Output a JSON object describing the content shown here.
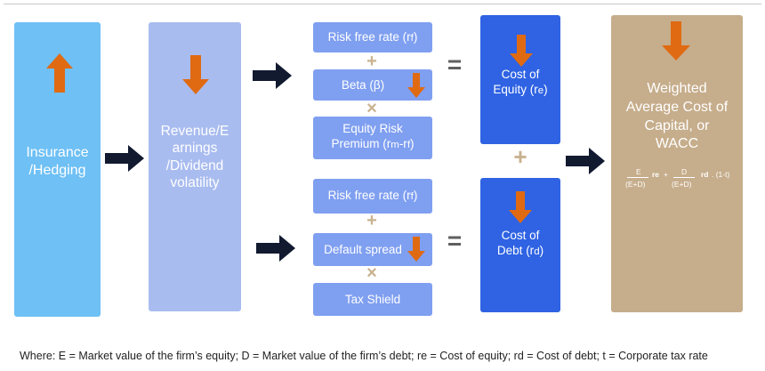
{
  "col1": {
    "label_line1": "Insurance",
    "label_line2": "/Hedging"
  },
  "col2": {
    "line1": "Revenue/E",
    "line2": "arnings",
    "line3": "/Dividend",
    "line4": "volatility"
  },
  "equity_inputs": {
    "rf": {
      "text": "Risk free rate (r",
      "sub": "f",
      "close": ")"
    },
    "beta": {
      "text": "Beta (β)"
    },
    "erp": {
      "line1": "Equity Risk",
      "line2": "Premium (r",
      "sub": "m",
      "line2_end": "-r",
      "sub2": "f",
      "close": ")"
    }
  },
  "debt_inputs": {
    "rf": {
      "text": "Risk free rate (r",
      "sub": "f",
      "close": ")"
    },
    "spread": {
      "text": "Default spread"
    },
    "shield": {
      "text": "Tax Shield"
    }
  },
  "cost_equity": {
    "line1": "Cost of",
    "line2": "Equity (r",
    "sub": "e",
    "close": ")"
  },
  "cost_debt": {
    "line1": "Cost of",
    "line2": "Debt (r",
    "sub": "d",
    "close": ")"
  },
  "wacc": {
    "line1": "Weighted",
    "line2": "Average Cost of",
    "line3": "Capital, or",
    "line4": "WACC",
    "f_E": "E",
    "f_ED1": "(E+D)",
    "f_re": "re",
    "f_plus": "+",
    "f_D": "D",
    "f_ED2": "(E+D)",
    "f_rd": "rd",
    "f_tail": ". (1-t)"
  },
  "operators": {
    "plus": "+",
    "times": "×",
    "equals": "="
  },
  "footer": "Where: E = Market value of the firm’s equity; D = Market value of the firm’s debt; re = Cost of equity; rd = Cost of debt; t = Corporate tax rate",
  "colors": {
    "col1": "#6ec0f5",
    "col2": "#a9bcf0",
    "input_box": "#7f9ff0",
    "cost_box": "#2f63e3",
    "wacc_box": "#c6ad8b",
    "orange": "#e06a12",
    "navy": "#121a30"
  }
}
